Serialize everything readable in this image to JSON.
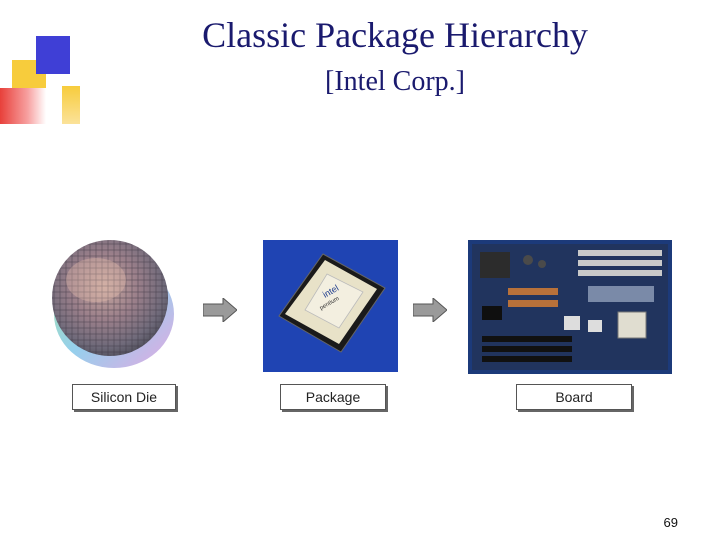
{
  "slide": {
    "title": "Classic Package Hierarchy",
    "subtitle": "[Intel Corp.]",
    "page_number": "69"
  },
  "stages": [
    {
      "label": "Silicon Die"
    },
    {
      "label": "Package"
    },
    {
      "label": "Board"
    }
  ],
  "colors": {
    "title": "#1a1a6e",
    "deco_blue": "#3f3fd6",
    "deco_yellow": "#f7cc3c",
    "deco_red": "#e8403a",
    "package_bg": "#1f44b3",
    "board_bg": "#1c3a7a"
  }
}
